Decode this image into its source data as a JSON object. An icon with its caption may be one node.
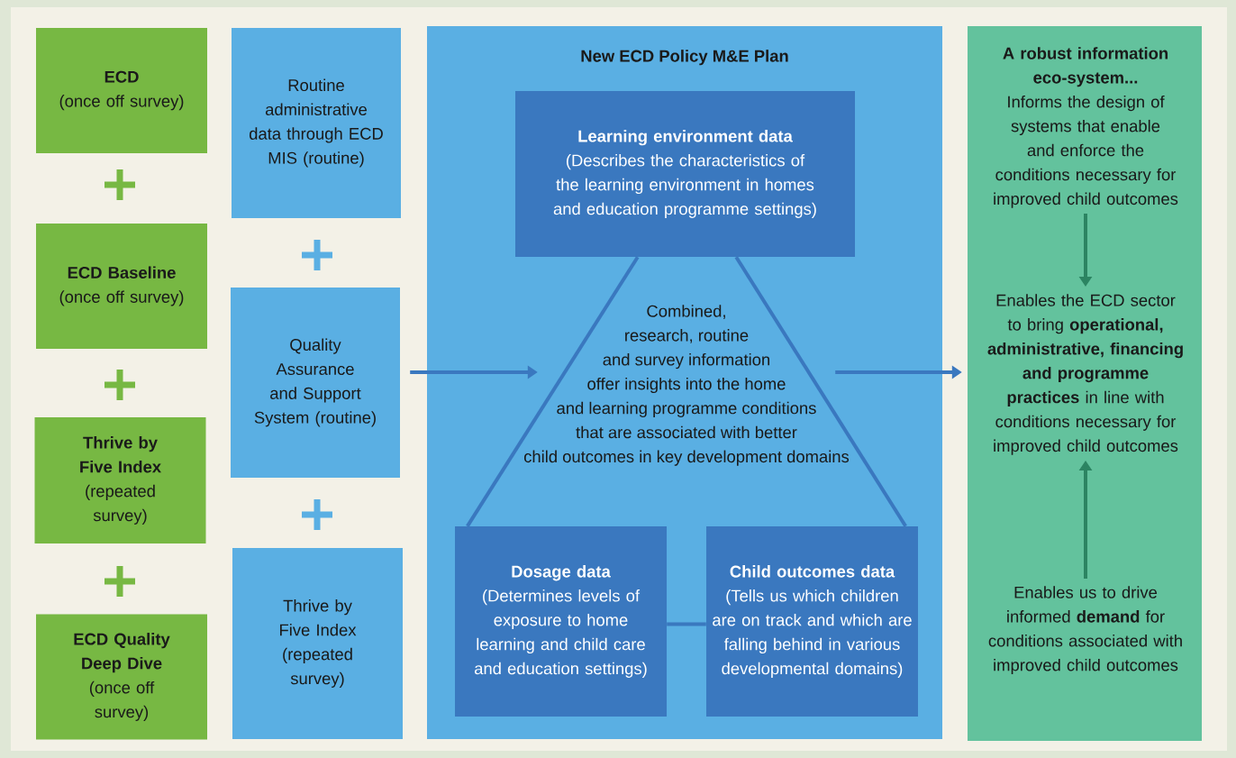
{
  "diagram": {
    "nodes": [
      {
        "text": [
          "ECD",
          "(once off survey)"
        ]
      },
      {
        "text": [
          "ECD Baseline",
          "(once off survey)"
        ]
      },
      {
        "text": [
          "Thrive by Five Index",
          "(repeated survey)"
        ]
      },
      {
        "text": [
          "ECD Quality Deep Dive",
          "(once off survey)"
        ]
      },
      {
        "text": [
          "Routine administrative data through ECD MIS (routine)"
        ]
      },
      {
        "text": [
          "Quality Assurance and Support System (routine)"
        ]
      },
      {
        "text": [
          "Thrive by Five Index (repeated survey)"
        ]
      },
      {
        "text": [
          "New ECD Policy M&E Plan"
        ]
      },
      {
        "text": [
          "Learning environment data",
          "(Describes the characteristics of the learning environment in homes and education programme settings)"
        ],
        "in": 7
      },
      {
        "text": [
          "Combined, research, routine and survey information offer insights into the home and learning programme conditions that are associated with better child outcomes in key development domains"
        ],
        "in": 7
      },
      {
        "text": [
          "Dosage data",
          "(Determines levels of exposure to home learning and child care and education settings)"
        ],
        "in": 7
      },
      {
        "text": [
          "Child outcomes data",
          "(Tells us which children are on track and which are falling behind in various developmental domains)"
        ],
        "in": 7
      },
      {
        "text": [],
        "shape": "box"
      },
      {
        "text": [
          "A robust information eco-system...",
          "Informs the design of systems that enable and enforce the conditions necessary for improved child outcomes"
        ],
        "in": 12
      },
      {
        "text": [
          "Enables the ECD sector to bring **operational, administrative, financing and programme practices** in line with conditions necessary for improved child outcomes"
        ],
        "in": 12
      },
      {
        "text": [
          "Enables us to drive informed **demand** for conditions associated with improved child outcomes"
        ],
        "in": 12
      }
    ],
    "edges": [
      {
        "from": 5,
        "to": 9,
        "arrow": "to"
      },
      {
        "from": 9,
        "to": 12,
        "arrow": "to"
      },
      {
        "from": 8,
        "to": 10,
        "arrow": "none"
      },
      {
        "from": 8,
        "to": 11,
        "arrow": "none"
      },
      {
        "from": 10,
        "to": 11,
        "arrow": "none"
      },
      {
        "from": 13,
        "to": 14,
        "arrow": "to",
        "color": "#2c8462"
      },
      {
        "from": 15,
        "to": 14,
        "arrow": "to",
        "color": "#2c8462"
      }
    ]
  }
}
